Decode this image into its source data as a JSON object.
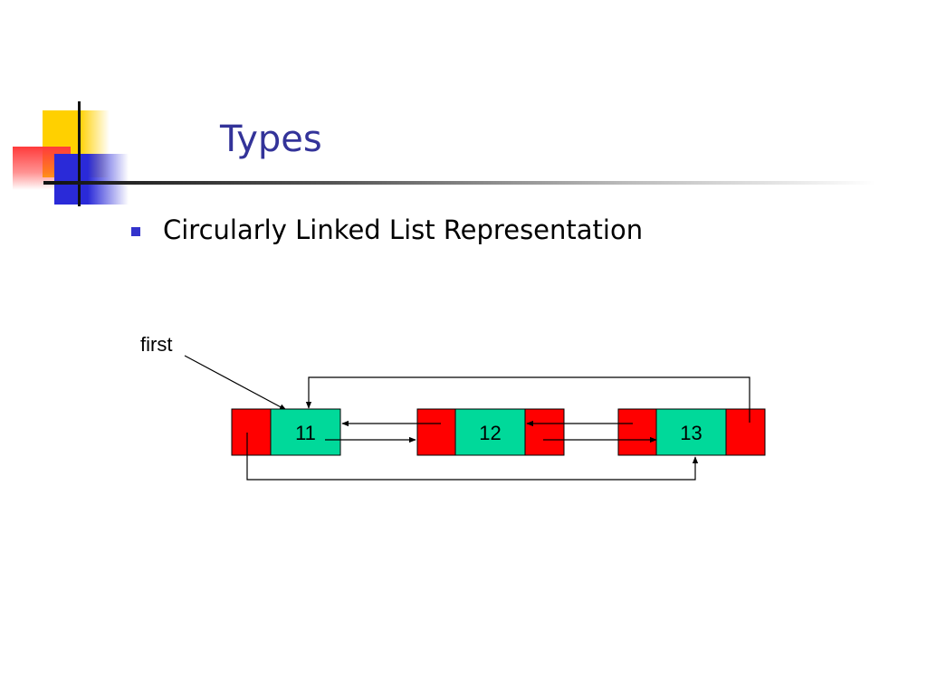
{
  "slide": {
    "title": "Types",
    "bullet": "Circularly Linked List Representation"
  },
  "diagram": {
    "pointer_label": "first",
    "nodes": [
      {
        "value": "11"
      },
      {
        "value": "12"
      },
      {
        "value": "13"
      }
    ],
    "colors": {
      "link_cell": "#ff0000",
      "data_cell": "#00d99a",
      "title": "#333399",
      "bullet": "#3333cc"
    }
  }
}
